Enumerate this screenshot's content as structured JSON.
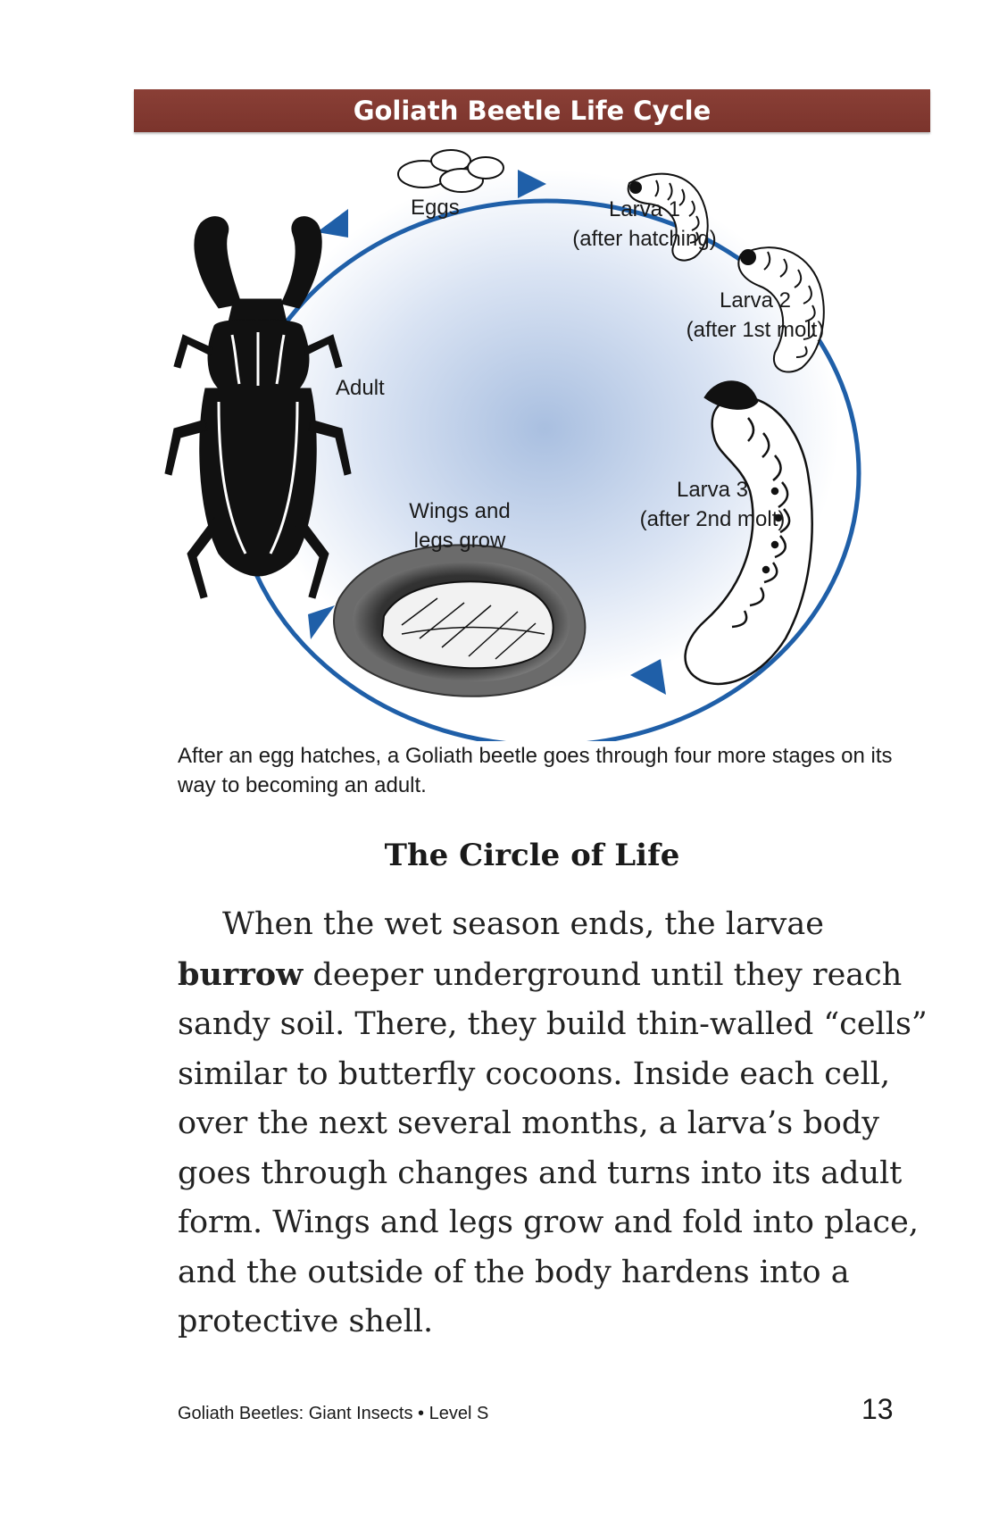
{
  "banner": {
    "title": "Goliath Beetle Life Cycle"
  },
  "diagram": {
    "labels": {
      "eggs": "Eggs",
      "larva1_title": "Larva 1",
      "larva1_sub": "(after hatching)",
      "larva2_title": "Larva 2",
      "larva2_sub": "(after 1st molt)",
      "larva3_title": "Larva 3",
      "larva3_sub": "(after 2nd molt)",
      "pupa_line1": "Wings and",
      "pupa_line2": "legs grow",
      "adult": "Adult"
    },
    "colors": {
      "cycle_ring": "#1f5fa8",
      "center_glow": "#a9bfe0",
      "banner": "#7d362e"
    }
  },
  "caption": "After an egg hatches, a Goliath beetle goes through four more stages on its way to becoming an adult.",
  "section": {
    "heading": "The Circle of Life",
    "paragraph_lead": "When the wet season ends, the larvae",
    "bold_term": "burrow",
    "paragraph_rest": "deeper underground until they reach sandy soil. There, they build thin-walled “cells” similar to butterfly cocoons. Inside each cell, over the next several months, a larva’s body goes through changes and turns into its adult form. Wings and legs grow and fold into place, and the outside of the body hardens into a protective shell."
  },
  "footer": {
    "book_title": "Goliath Beetles: Giant Insects • Level S",
    "page_number": "13"
  }
}
